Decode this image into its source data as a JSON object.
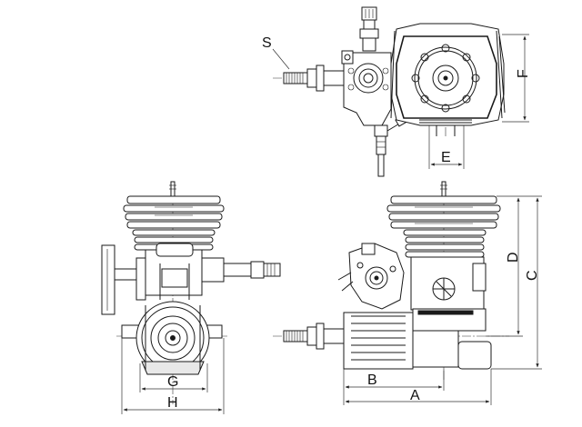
{
  "labels": {
    "S": "S",
    "F": "F",
    "E": "E",
    "D": "D",
    "C": "C",
    "G": "G",
    "H": "H",
    "B": "B",
    "A": "A"
  }
}
